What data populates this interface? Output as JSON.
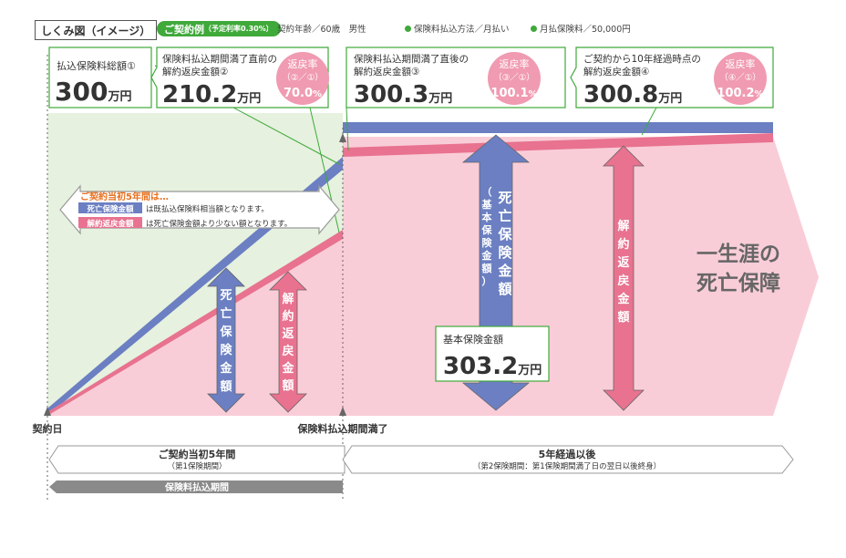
{
  "header": {
    "title": "しくみ図（イメージ）",
    "example_label": "ご契約例",
    "example_rate": "（予定利率0.30%）",
    "conditions": [
      "契約年齢／60歳　男性",
      "保険料払込方法／月払い",
      "月払保険料／50,000円"
    ]
  },
  "boxes": [
    {
      "label": "払込保険料総額①",
      "amount": "300",
      "unit": "万円"
    },
    {
      "label_line1": "保険料払込期間満了直前の",
      "label_line2": "解約返戻金額②",
      "amount": "210.2",
      "unit": "万円",
      "rate_title": "返戻率",
      "rate_formula": "（②／①）",
      "rate_value": "70.0",
      "rate_unit": "%"
    },
    {
      "label_line1": "保険料払込期間満了直後の",
      "label_line2": "解約返戻金額③",
      "amount": "300.3",
      "unit": "万円",
      "rate_title": "返戻率",
      "rate_formula": "（③／①）",
      "rate_value": "100.1",
      "rate_unit": "%"
    },
    {
      "label_line1": "ご契約から10年経過時点の",
      "label_line2": "解約返戻金額④",
      "amount": "300.8",
      "unit": "万円",
      "rate_title": "返戻率",
      "rate_formula": "（④／①）",
      "rate_value": "100.2",
      "rate_unit": "%"
    }
  ],
  "note": {
    "heading": "ご契約当初5年間は…",
    "tag1": "死亡保険金額",
    "text1": "は既払込保険料相当額となります。",
    "tag2": "解約返戻金額",
    "text2": "は死亡保険金額より少ない額となります。"
  },
  "arrows": {
    "death_early": "死亡保険金額",
    "surrender_early": "解約返戻金額",
    "death_late_main": "死亡保険金額",
    "death_late_sub": "（基本保険金額）",
    "surrender_late": "解約返戻金額"
  },
  "basic_amount": {
    "label": "基本保険金額",
    "amount": "303.2",
    "unit": "万円"
  },
  "lifetime": {
    "line1": "一生涯の",
    "line2": "死亡保障"
  },
  "timeline": {
    "start": "契約日",
    "end_payment": "保険料払込期間満了",
    "period1_title": "ご契約当初5年間",
    "period1_sub": "（第1保険期間）",
    "period2_title": "5年経過以後",
    "period2_sub": "（第2保険期間：第1保険期間満了日の翌日以後終身）",
    "payment_period": "保険料払込期間"
  },
  "colors": {
    "green": "#3fa93a",
    "blue": "#6b7fc2",
    "pink": "#e8728f",
    "pink_bg": "#f9cdd8",
    "green_bg": "#e6f1df"
  }
}
